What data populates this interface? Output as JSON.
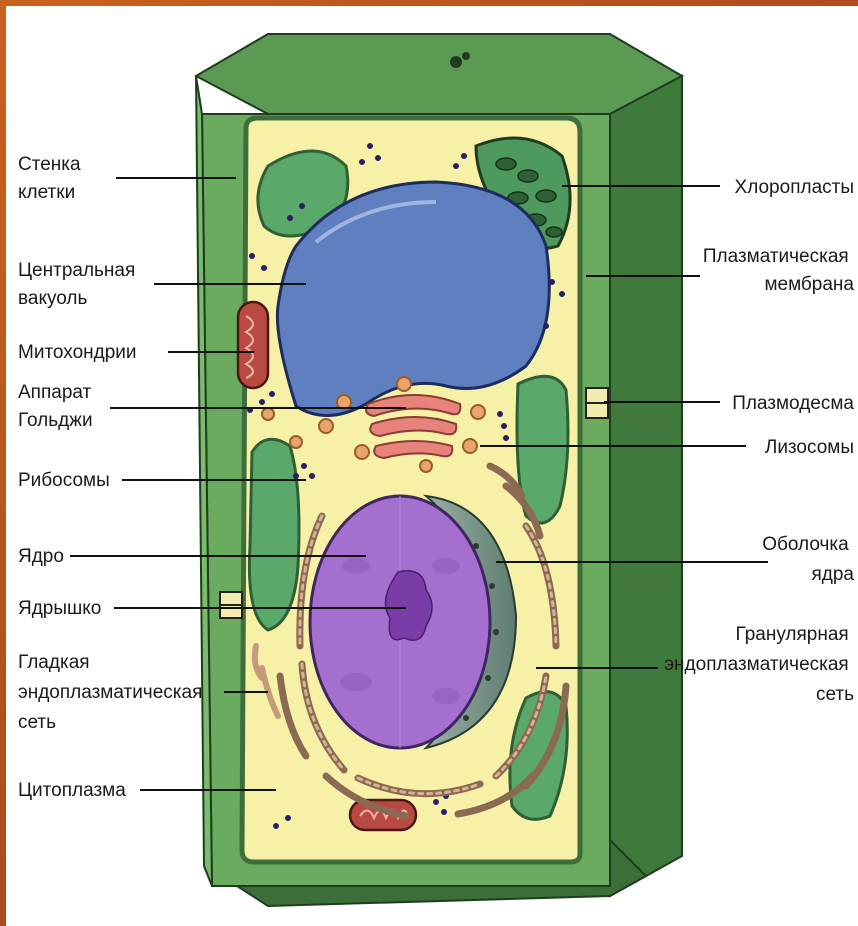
{
  "colors": {
    "frame": "#b4521c",
    "cell_wall": "#5e9e55",
    "cell_wall_dark": "#3f7a3c",
    "cytoplasm": "#f7f1a7",
    "vacuole": "#5f7fc0",
    "nucleus": "#a56fcf",
    "nucleolus": "#7a3da8",
    "chloroplast": "#5aa86a",
    "mitochondria": "#b84a43",
    "golgi": "#e7837a",
    "lysosome": "#e9a46a",
    "ribosome": "#2a1f66",
    "er": "#c49a7a"
  },
  "labels": {
    "cell_wall": [
      "Стенка",
      "клетки"
    ],
    "central_vacuole": [
      "Центральная",
      "вакуоль"
    ],
    "mitochondria": [
      "Митохондрии"
    ],
    "golgi": [
      "Аппарат",
      "Гольджи"
    ],
    "ribosomes": [
      "Рибосомы"
    ],
    "nucleus": [
      "Ядро"
    ],
    "nucleolus": [
      "Ядрышко"
    ],
    "smooth_er": [
      "Гладкая",
      "эндоплазматическая",
      "сеть"
    ],
    "cytoplasm": [
      "Цитоплазма"
    ],
    "chloroplasts": [
      "Хлоропласты"
    ],
    "plasma_membrane": [
      "Плазматическая",
      "мембрана"
    ],
    "plasmodesma": [
      "Плазмодесма"
    ],
    "lysosomes": [
      "Лизосомы"
    ],
    "nuclear_envelope": [
      "Оболочка",
      "ядра"
    ],
    "rough_er": [
      "Гранулярная",
      "эндоплазматическая",
      "сеть"
    ]
  }
}
